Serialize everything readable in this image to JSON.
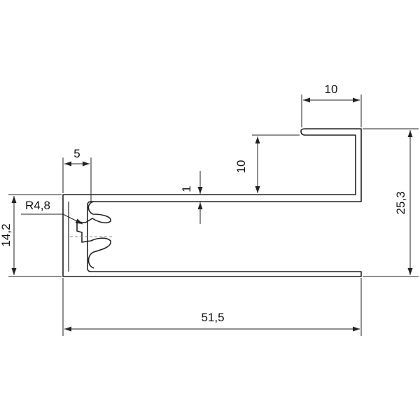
{
  "colors": {
    "outline": "#222222",
    "dimension": "#222222",
    "centerline": "#888888",
    "background": "#ffffff"
  },
  "dimensions": {
    "top_flange_width": "10",
    "top_flange_drop": "10",
    "left_gap": "5",
    "wall_thickness": "1",
    "radius": "R4,8",
    "left_height": "14,2",
    "total_height": "25,3",
    "total_width": "51,5"
  }
}
